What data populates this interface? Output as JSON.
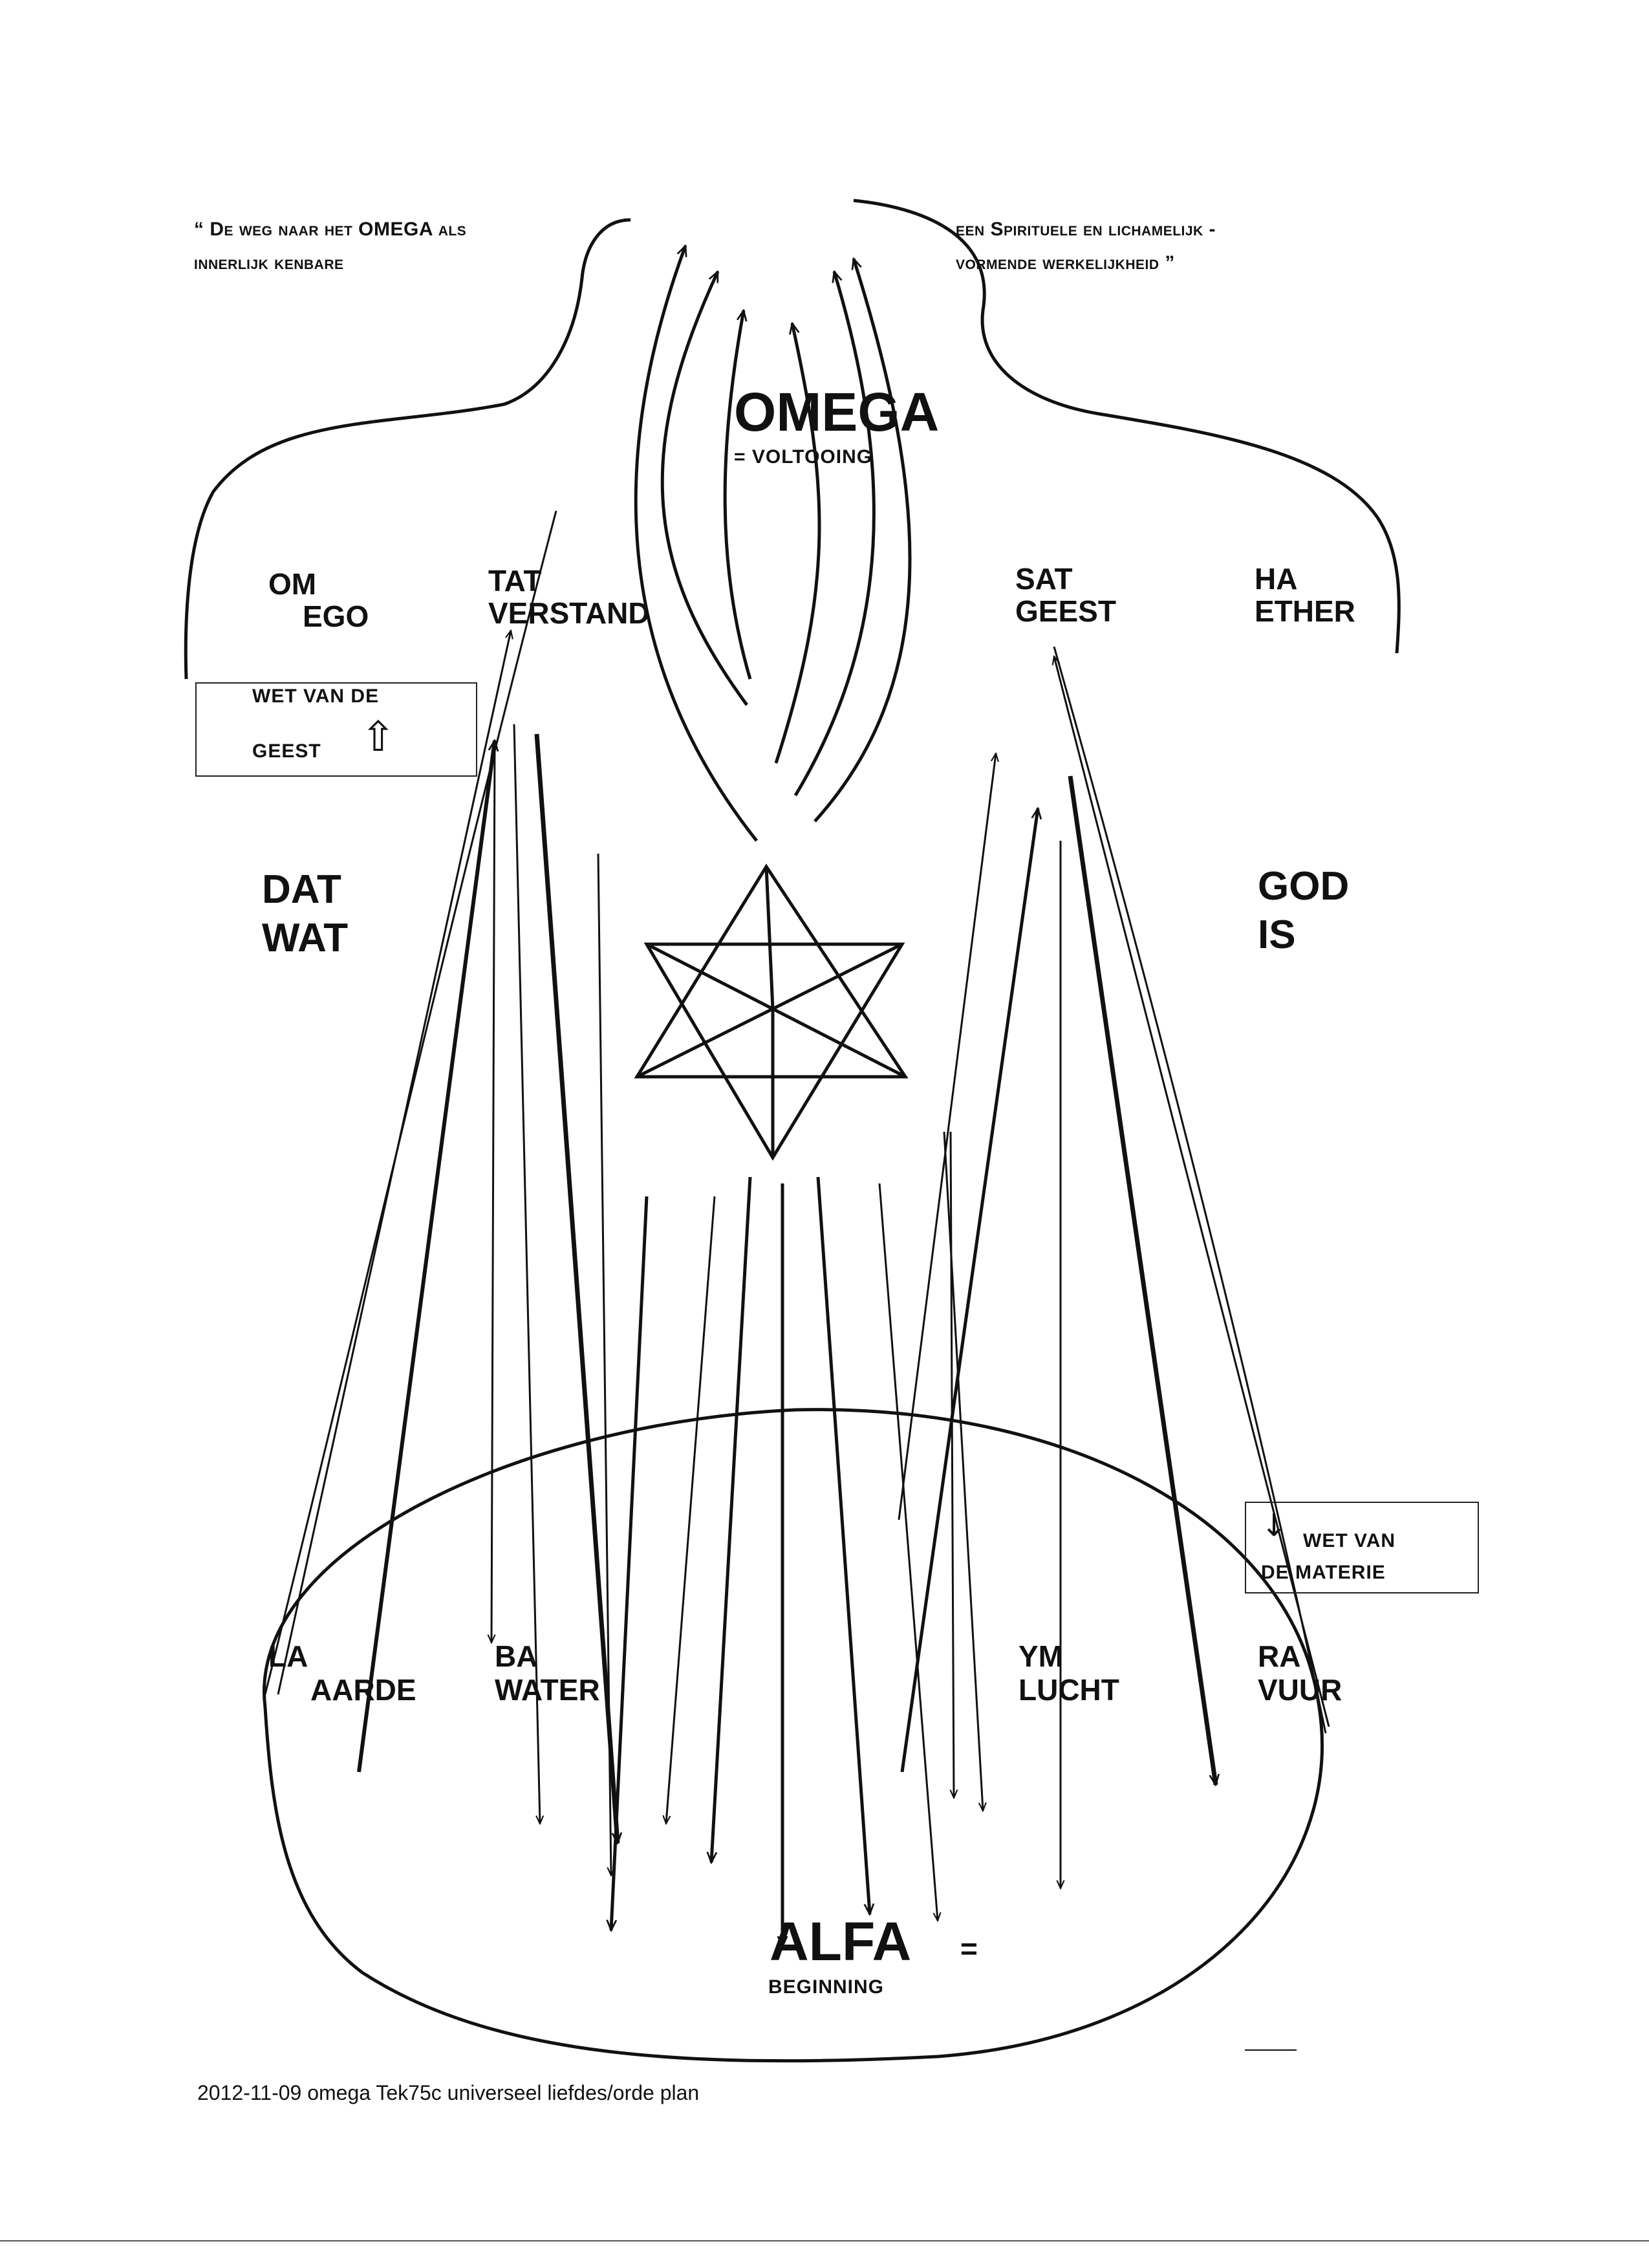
{
  "quote": {
    "left_line1": "“ De weg naar het OMEGA als",
    "left_line2": "innerlijk kenbare",
    "right_line1": "een Spirituele en lichamelijk -",
    "right_line2": "vormende werkelijkheid ”"
  },
  "omega": {
    "title": "OMEGA",
    "subtitle": "= VOLTOOING"
  },
  "upper_labels": {
    "om": "OM",
    "ego": "EGO",
    "tat": "TAT",
    "verstand": "VERSTAND",
    "sat": "SAT",
    "geest": "GEEST",
    "ha": "HA",
    "ether": "ETHER"
  },
  "box_geest": {
    "line1": "WET VAN DE",
    "line2": "GEEST",
    "arrow": "⇧"
  },
  "side_left": {
    "line1": "DAT",
    "line2": "WAT"
  },
  "side_right": {
    "line1": "GOD",
    "line2": "IS"
  },
  "box_materie": {
    "arrow": "↓",
    "line1": "WET VAN",
    "line2": "DE MATERIE"
  },
  "lower_labels": {
    "la": "LA",
    "aarde": "AARDE",
    "ba": "BA",
    "water": "WATER",
    "ym": "YM",
    "lucht": "LUCHT",
    "ra": "RA",
    "vuur": "VUUR"
  },
  "alfa": {
    "title": "ALFA",
    "eq": "=",
    "subtitle": "BEGINNING"
  },
  "footer": "2012-11-09 omega Tek75c universeel liefdes/orde plan",
  "colors": {
    "ink": "#111111",
    "paper": "#ffffff"
  }
}
